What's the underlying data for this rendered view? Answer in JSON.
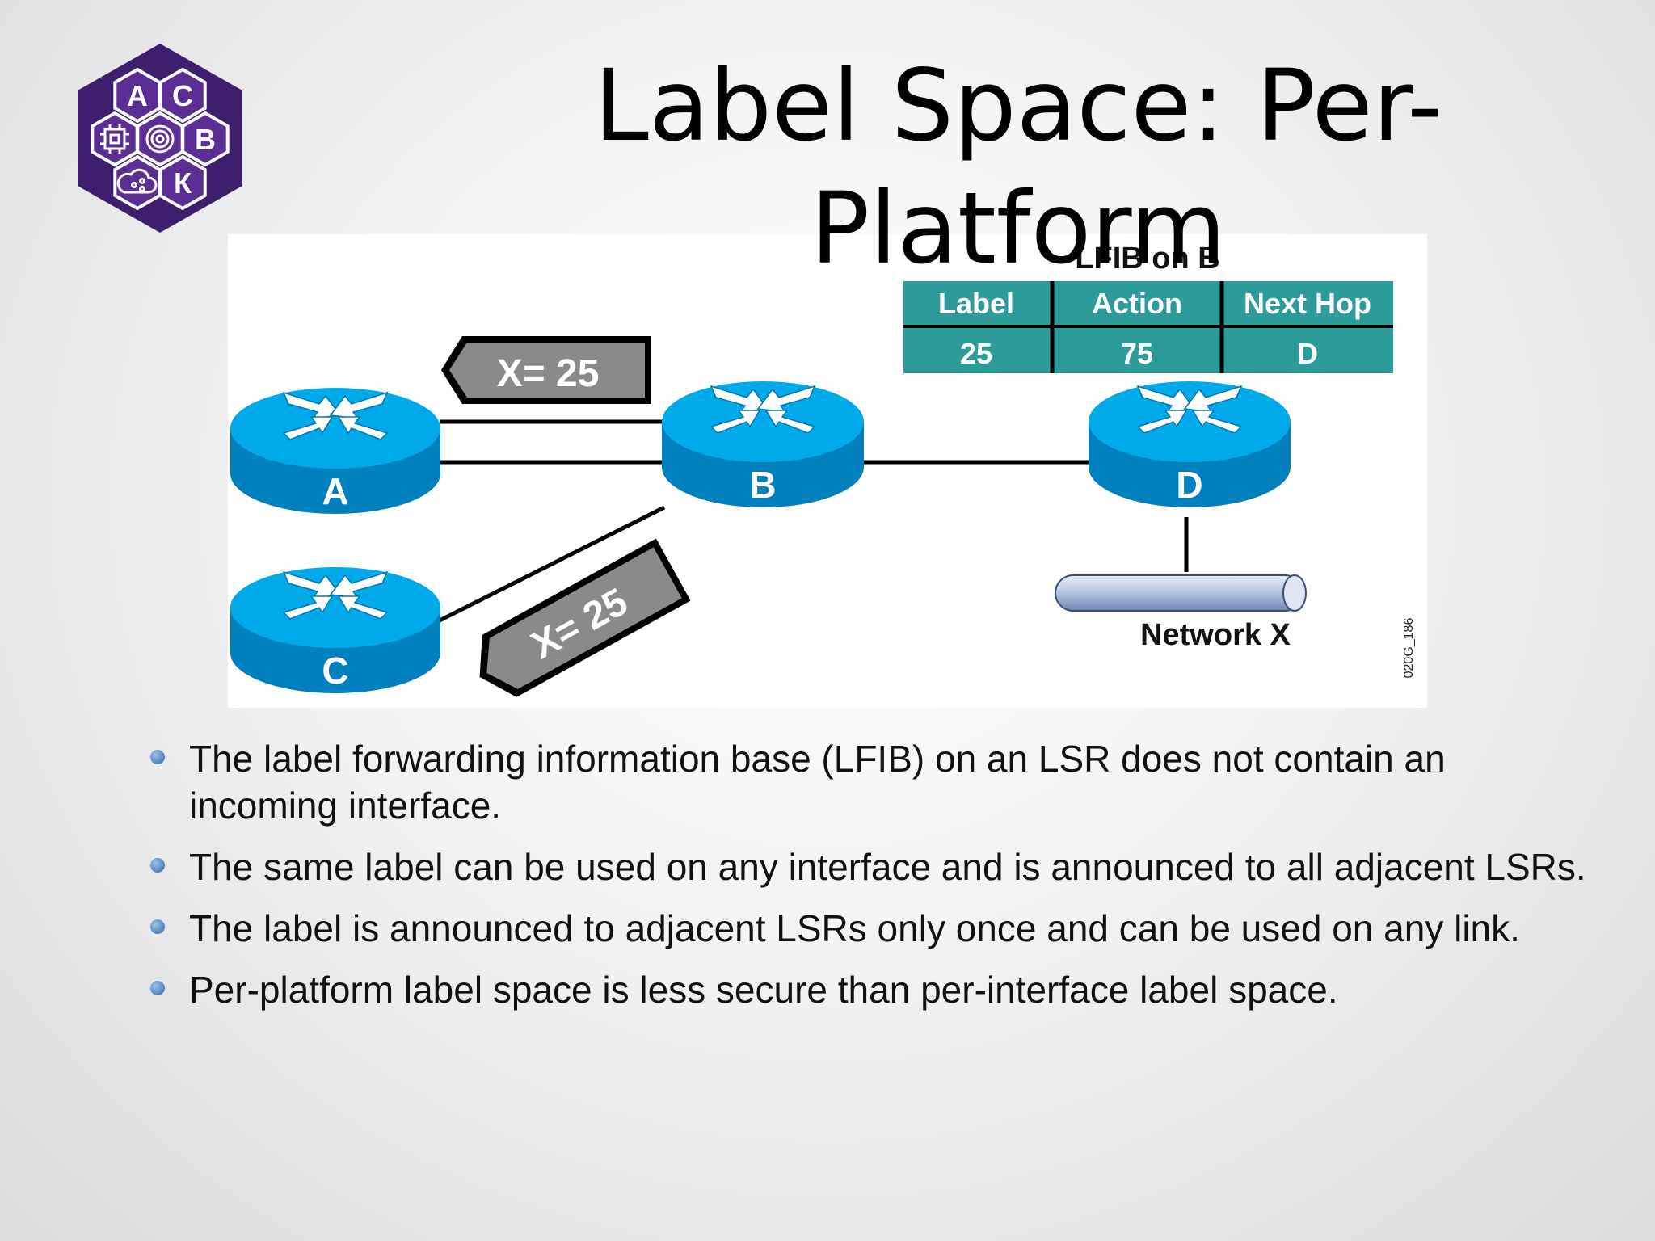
{
  "title": "Label Space: Per-Platform",
  "logo": {
    "letters": [
      "А",
      "С",
      "В",
      "К"
    ],
    "colors": {
      "base": "#3e1f6e",
      "accent": "#8a5fc7"
    }
  },
  "diagram": {
    "lfib": {
      "caption": "LFIB on B",
      "headers": [
        "Label",
        "Action",
        "Next Hop"
      ],
      "row": [
        "25",
        "75",
        "D"
      ]
    },
    "routers": [
      {
        "label": "A"
      },
      {
        "label": "B"
      },
      {
        "label": "C"
      },
      {
        "label": "D"
      }
    ],
    "announcements": [
      "X= 25",
      "X= 25"
    ],
    "network_label": "Network X",
    "figure_code": "020G_186",
    "colors": {
      "router_top": "#00aaea",
      "router_side": "#0080bd",
      "table": "#2e9b9b",
      "tag": "#8a8a8a"
    }
  },
  "bullets": [
    "The label forwarding information base (LFIB) on an LSR does not contain an incoming interface.",
    "The same label can be used on any interface and is announced to all adjacent LSRs.",
    "The label is announced to adjacent LSRs only once and can be used on any link.",
    "Per-platform label space is less secure than per-interface label space."
  ]
}
